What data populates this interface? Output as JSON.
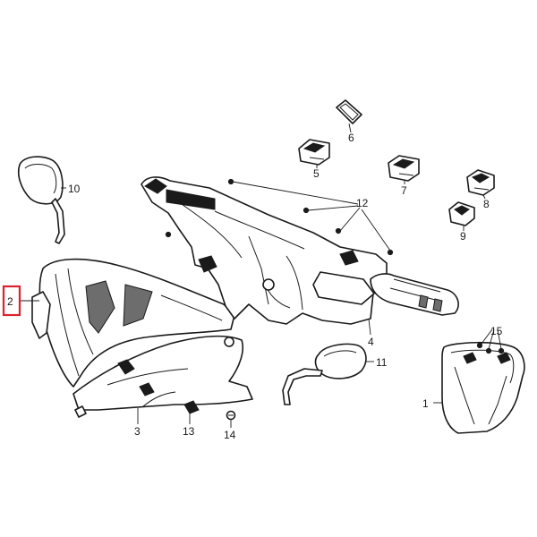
{
  "diagram": {
    "highlight_color": "#d9232e",
    "highlighted_label": "2",
    "labels": {
      "p1": "1",
      "p2": "2",
      "p3": "3",
      "p4": "4",
      "p5": "5",
      "p6": "6",
      "p7": "7",
      "p8": "8",
      "p9": "9",
      "p10": "10",
      "p11": "11",
      "p12": "12",
      "p13": "13",
      "p14": "14",
      "p15": "15"
    }
  }
}
